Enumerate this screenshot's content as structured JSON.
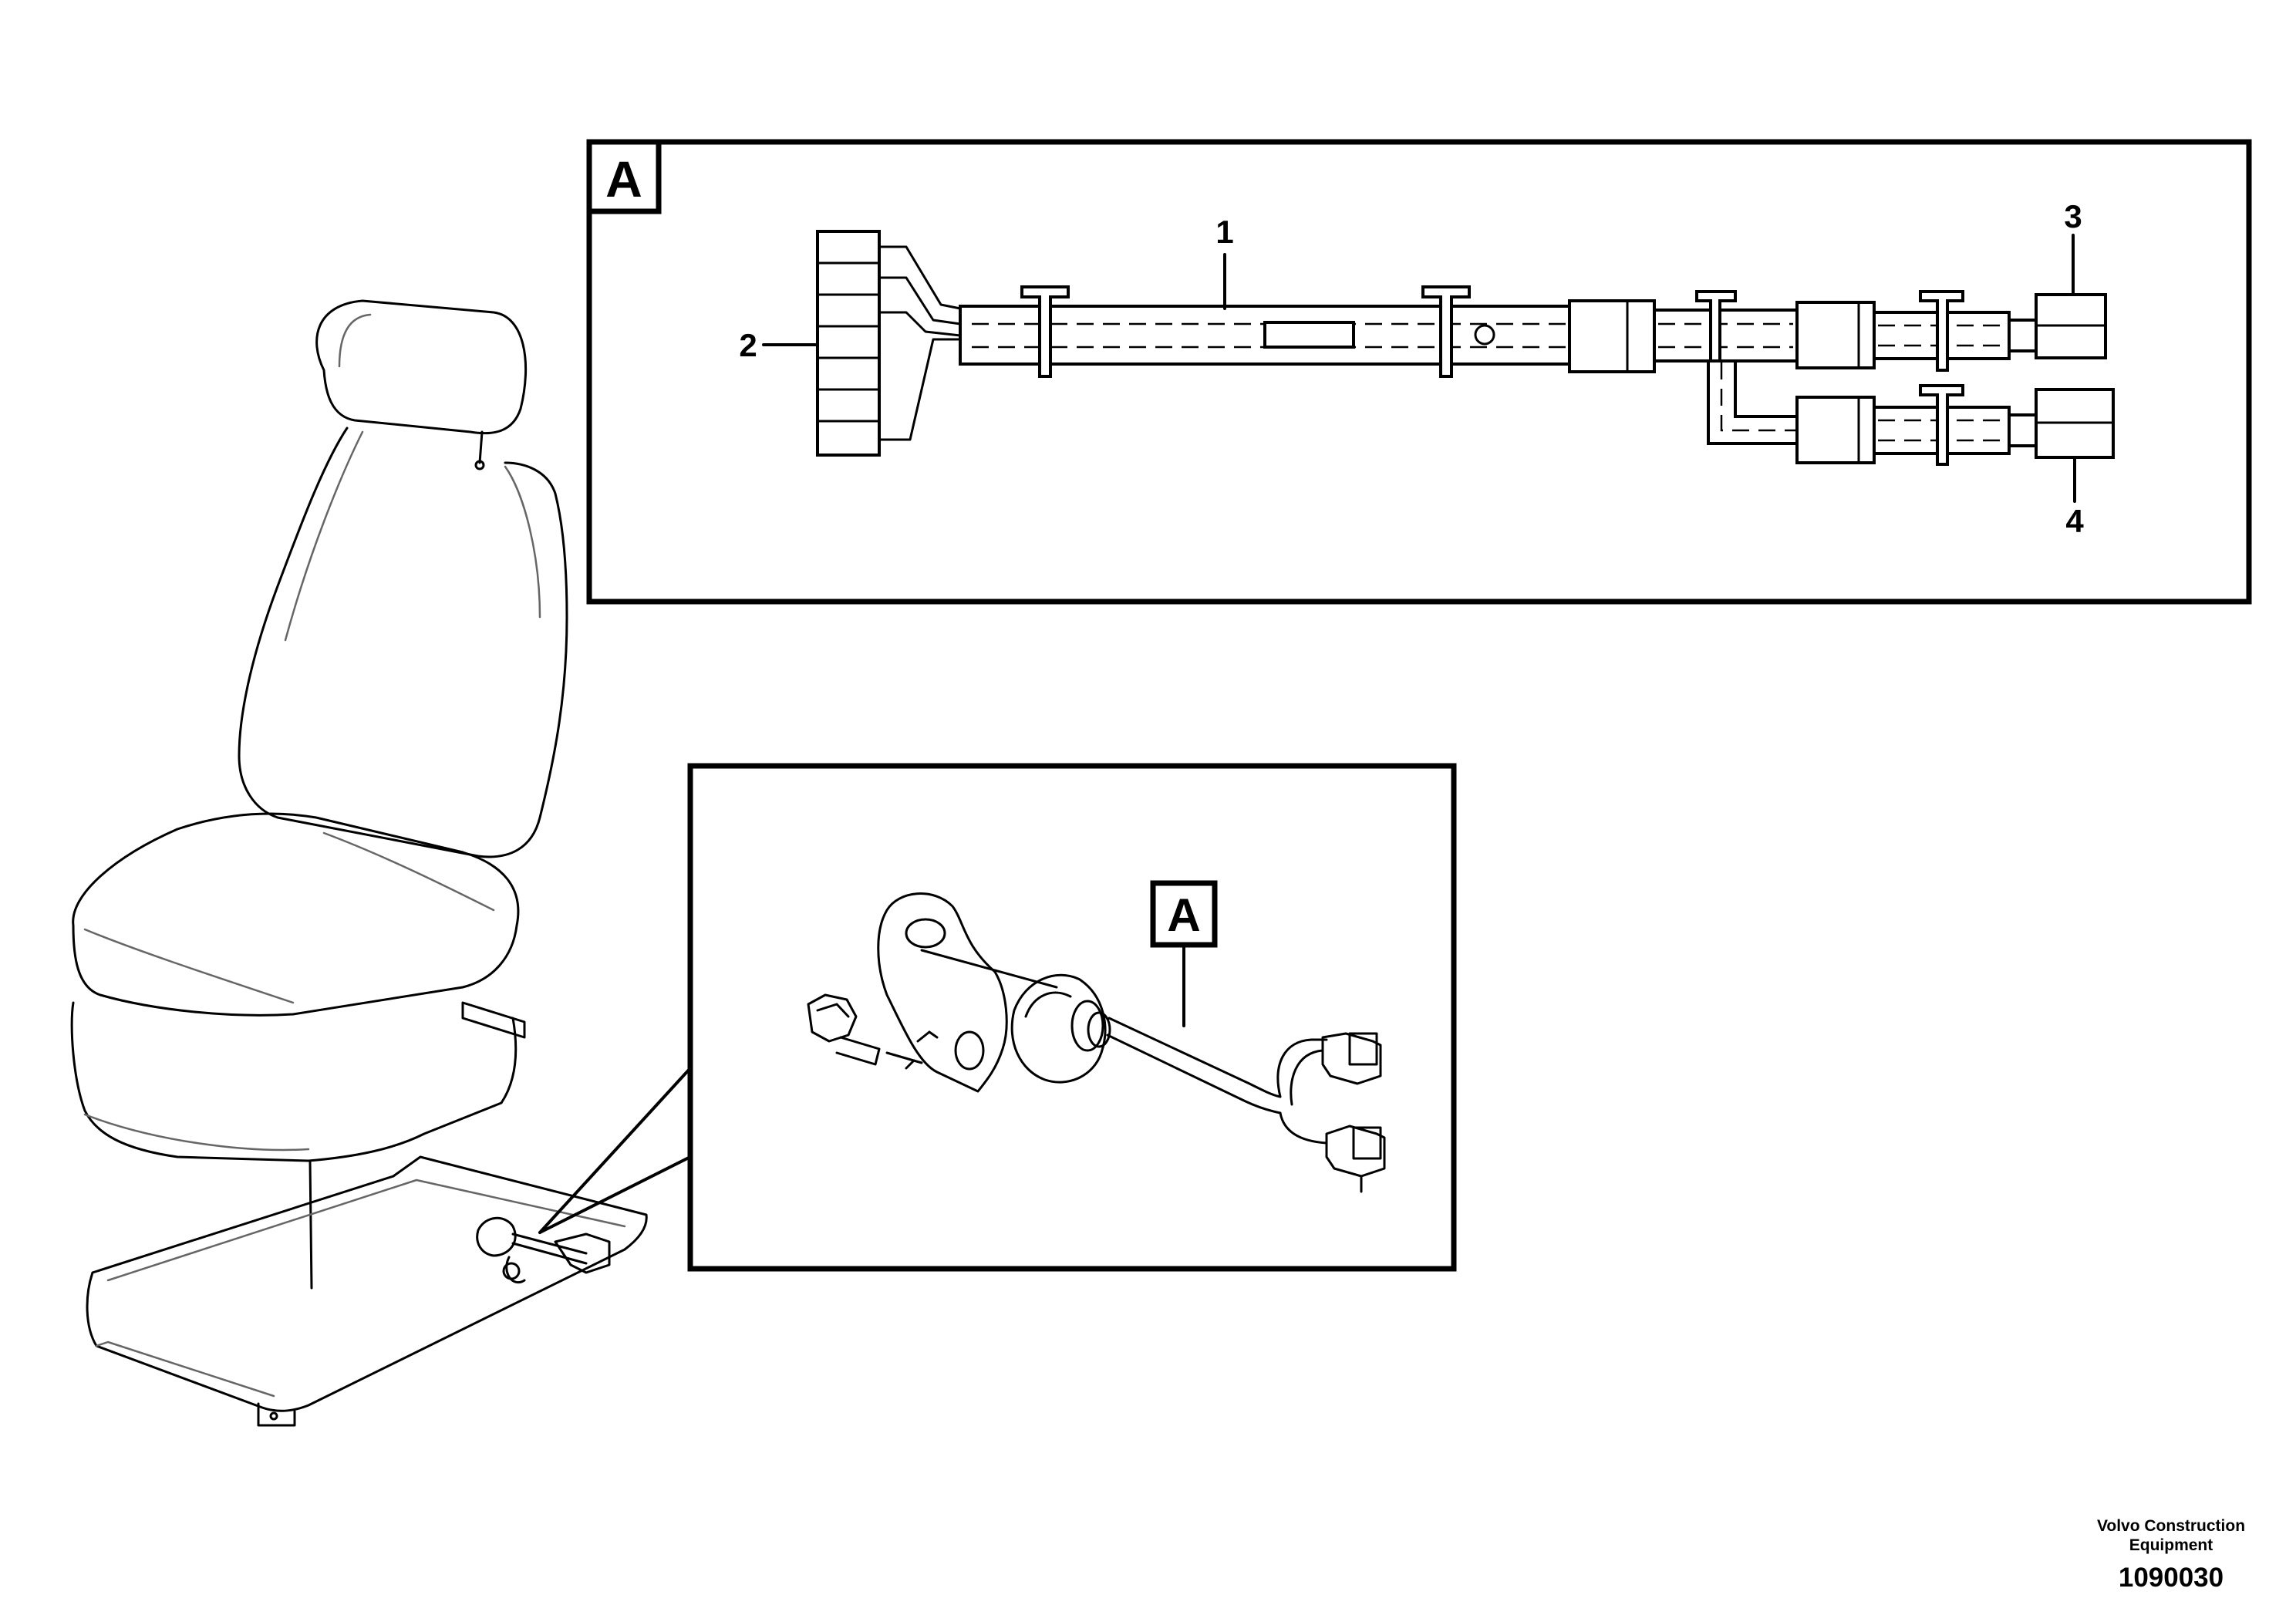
{
  "detail_view": {
    "label": "A",
    "callouts": {
      "c1": "1",
      "c2": "2",
      "c3": "3",
      "c4": "4"
    }
  },
  "zoom_view": {
    "label": "A"
  },
  "footer": {
    "company_line1": "Volvo Construction",
    "company_line2": "Equipment",
    "drawing_number": "1090030"
  },
  "icons": [
    "seat-illustration",
    "harness-detail-illustration",
    "bracket-illustration",
    "bolt-illustration",
    "connector-illustration"
  ],
  "colors": {
    "line": "#000000",
    "background": "#ffffff"
  }
}
